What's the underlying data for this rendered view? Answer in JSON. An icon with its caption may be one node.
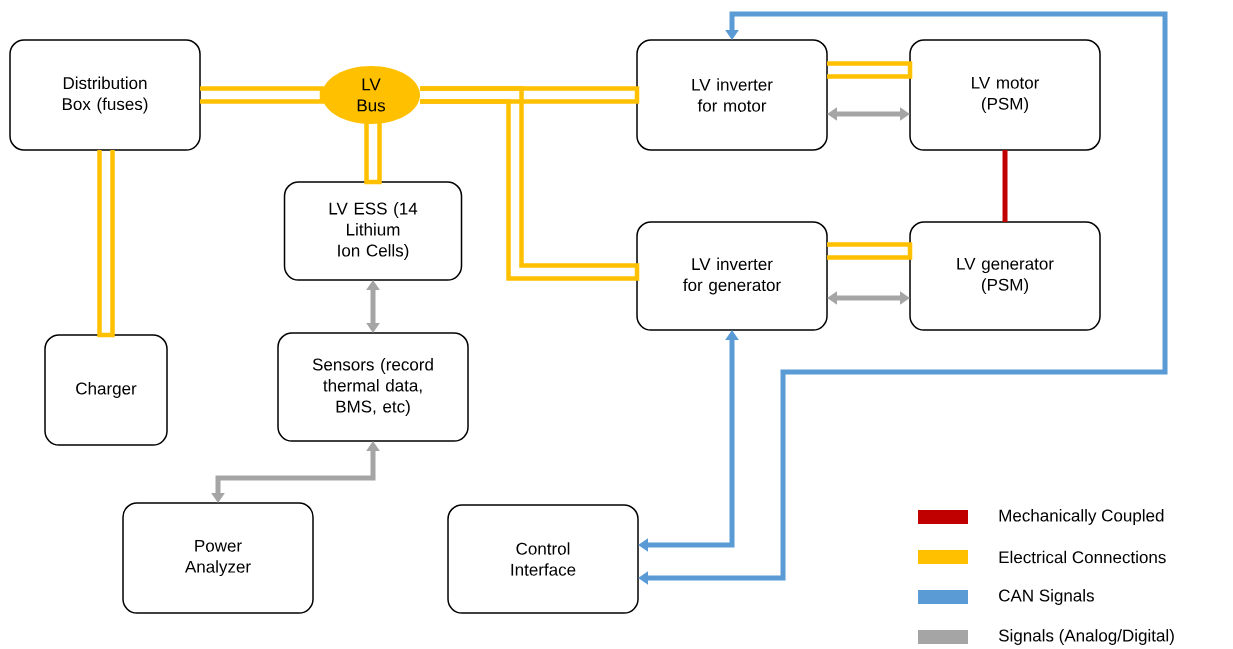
{
  "diagram": {
    "nodes": [
      {
        "text": [
          "Distribution Box (fuses)"
        ]
      },
      {
        "text": [
          "LV Bus"
        ]
      },
      {
        "text": [
          "LV inverter for motor"
        ]
      },
      {
        "text": [
          "LV motor (PSM)"
        ]
      },
      {
        "text": [
          "LV ESS (14 Lithium Ion Cells)"
        ]
      },
      {
        "text": [
          "LV inverter for generator"
        ]
      },
      {
        "text": [
          "LV generator (PSM)"
        ]
      },
      {
        "text": [
          "Charger"
        ]
      },
      {
        "text": [
          "Sensors (record thermal data, BMS, etc)"
        ]
      },
      {
        "text": [
          "Power Analyzer"
        ]
      },
      {
        "text": [
          "Control Interface"
        ]
      }
    ],
    "edges": [
      {
        "from": 0,
        "to": 1,
        "arrow": "none"
      },
      {
        "from": 1,
        "to": 2,
        "arrow": "none"
      },
      {
        "from": 1,
        "to": 5,
        "arrow": "none"
      },
      {
        "from": 1,
        "to": 4,
        "arrow": "none"
      },
      {
        "from": 0,
        "to": 7,
        "arrow": "none"
      },
      {
        "from": 2,
        "to": 3,
        "arrow": "none"
      },
      {
        "from": 2,
        "to": 3,
        "arrow": "both",
        "color": "#a5a5a5"
      },
      {
        "from": 5,
        "to": 6,
        "arrow": "none"
      },
      {
        "from": 5,
        "to": 6,
        "arrow": "both",
        "color": "#a5a5a5"
      },
      {
        "from": 3,
        "to": 6,
        "arrow": "none",
        "color": "#c00000"
      },
      {
        "from": 4,
        "to": 8,
        "arrow": "both",
        "color": "#a5a5a5"
      },
      {
        "from": 8,
        "to": 9,
        "arrow": "both",
        "color": "#a5a5a5"
      },
      {
        "from": 2,
        "to": 10,
        "arrow": "both",
        "color": "#5b9bd5"
      },
      {
        "from": 5,
        "to": 10,
        "arrow": "both",
        "color": "#5b9bd5"
      }
    ],
    "legend": [
      {
        "text": "Mechanically Coupled",
        "color": "#c00000"
      },
      {
        "text": "Electrical Connections",
        "color": "#ffc000"
      },
      {
        "text": "CAN Signals",
        "color": "#5b9bd5"
      },
      {
        "text": "Signals (Analog/Digital)",
        "color": "#a5a5a5"
      }
    ]
  }
}
